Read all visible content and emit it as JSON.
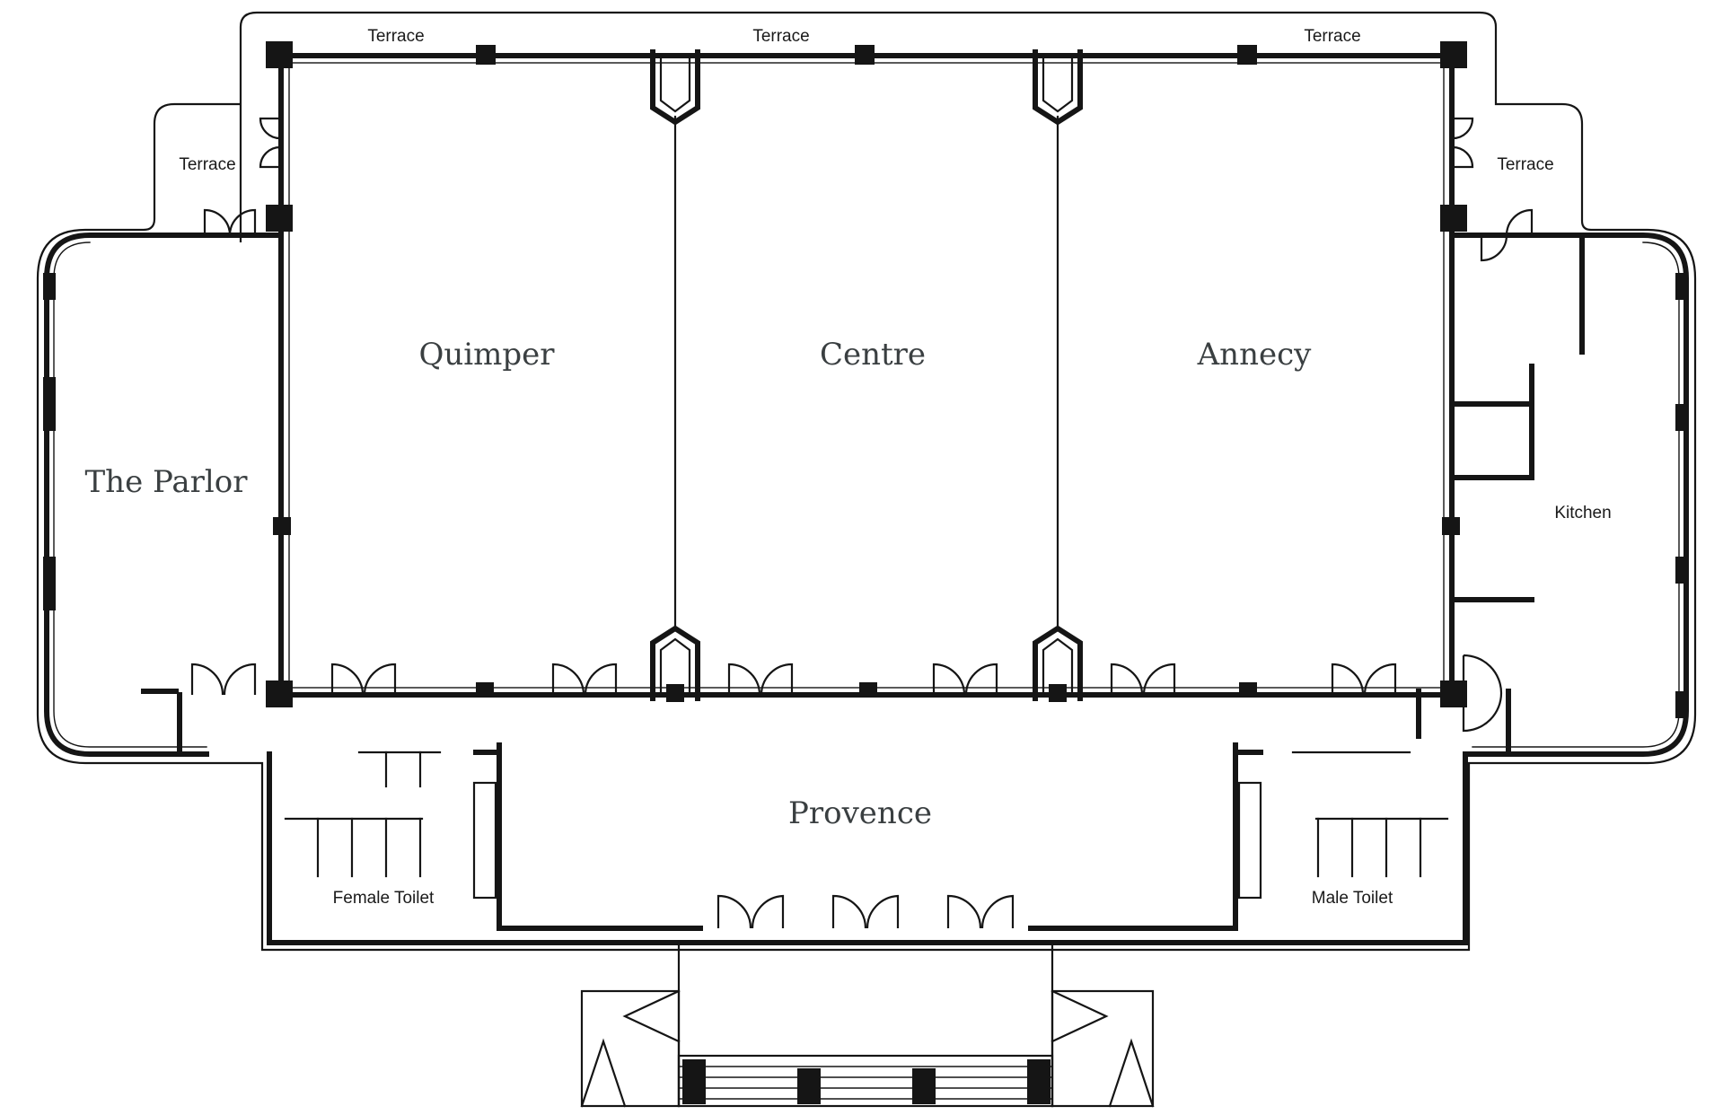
{
  "rooms": {
    "terrace_top_left": "Terrace",
    "terrace_top_center": "Terrace",
    "terrace_top_right": "Terrace",
    "terrace_left": "Terrace",
    "terrace_right": "Terrace",
    "quimper": "Quimper",
    "centre": "Centre",
    "annecy": "Annecy",
    "parlor": "The Parlor",
    "kitchen": "Kitchen",
    "provence": "Provence",
    "female_toilet": "Female Toilet",
    "male_toilet": "Male Toilet"
  },
  "colors": {
    "wall": "#151515",
    "room_label": "#3a3f41",
    "background": "#ffffff"
  }
}
